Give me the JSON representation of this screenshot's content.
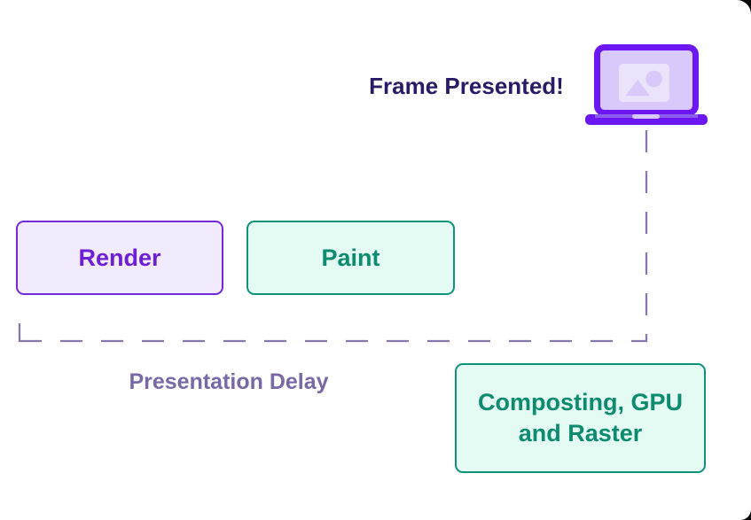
{
  "diagram": {
    "title_annotation": "Frame Presented!",
    "delay_annotation": "Presentation Delay",
    "boxes": {
      "render": {
        "label": "Render",
        "fill": "#f1ebfd",
        "border": "#7429db",
        "text_color": "#6d1fd6"
      },
      "paint": {
        "label": "Paint",
        "fill": "#e3fbf3",
        "border": "#0f9277",
        "text_color": "#0d8b6f"
      },
      "compositing": {
        "label": "Composting, GPU and Raster",
        "lines": [
          "Composting, GPU",
          "and Raster"
        ],
        "fill": "#e3fbf3",
        "border": "#0f9277",
        "text_color": "#0d8b6f"
      }
    },
    "colors": {
      "frame_presented_text": "#2b1a66",
      "presentation_delay_text": "#7a68a6",
      "dashed_line": "#8577a9",
      "laptop_accent": "#6c16f2",
      "laptop_screen_fill": "#d9c8fa",
      "laptop_placeholder_fill": "#ebe3fc",
      "canvas_background": "#ffffff",
      "outside_background": "#000000"
    },
    "icons": {
      "laptop": "laptop-icon",
      "image_placeholder": "image-icon"
    }
  }
}
